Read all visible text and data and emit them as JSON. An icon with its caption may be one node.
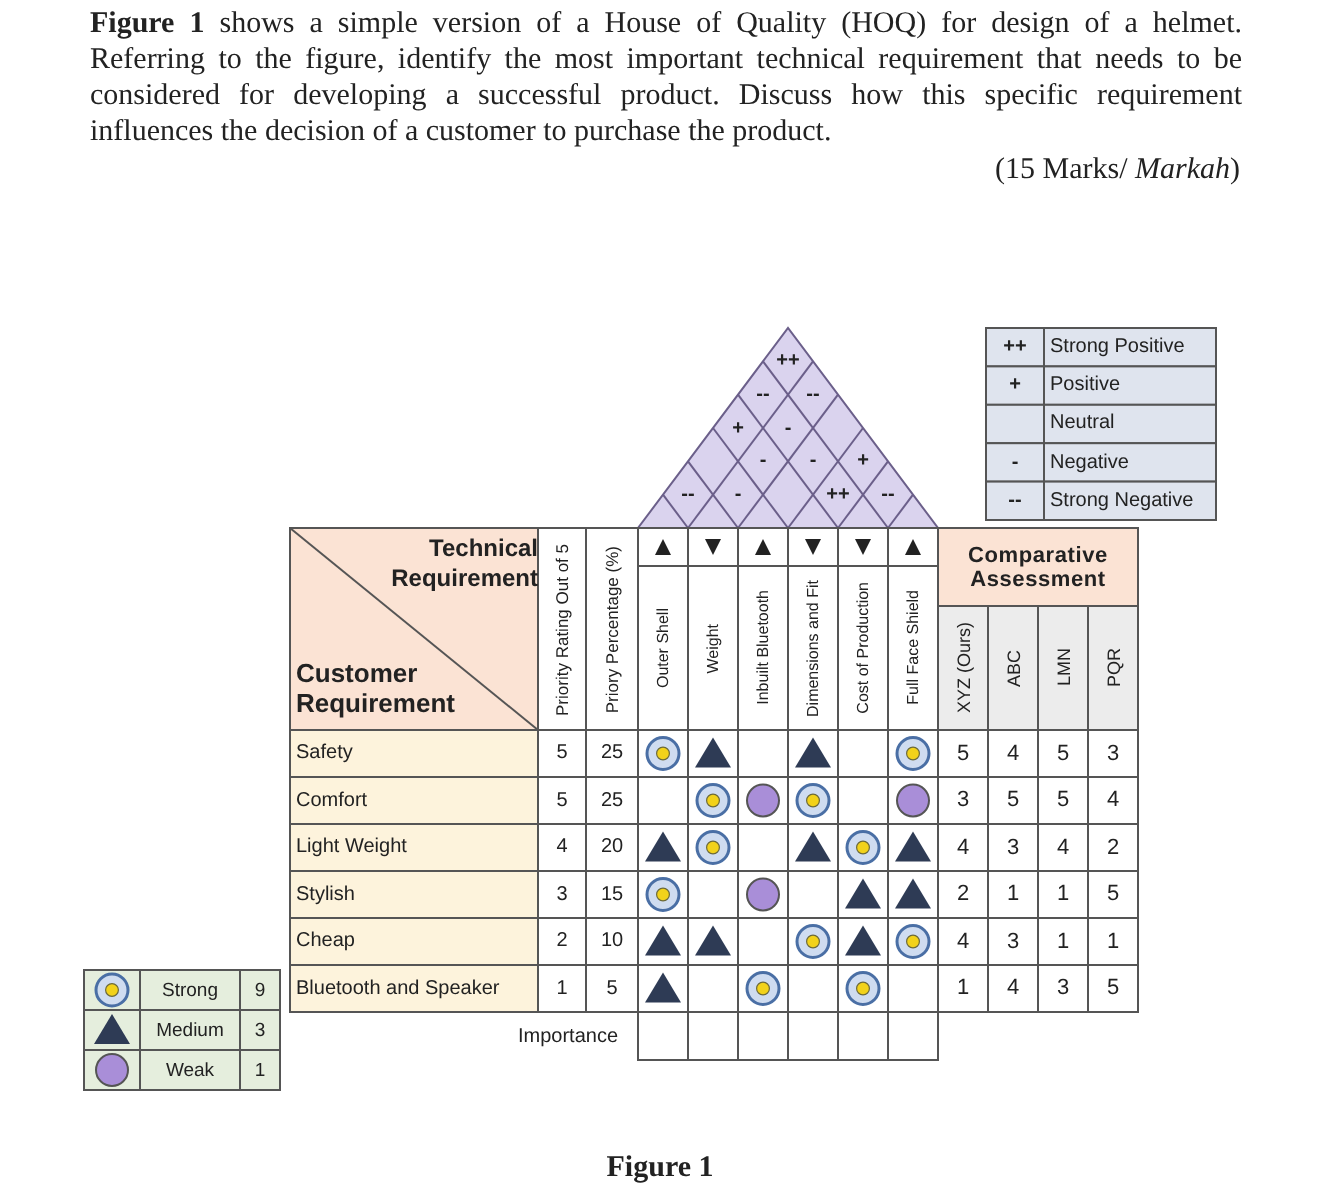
{
  "diagram": {
    "caption": "Figure 1",
    "labels": [
      "**Figure 1** shows a simple version of a House of Quality (HOQ) for design of a helmet. Referring to the figure, identify the most important technical requirement that needs to be considered for developing a successful product. Discuss how this specific requirement influences the decision of a customer to purchase the product.",
      "(15 Marks/ *Markah*)",
      "++",
      "+",
      "-",
      "--",
      "++",
      "--",
      "--",
      "+",
      "-",
      "-",
      "-",
      "+",
      "--",
      "-",
      "++",
      "--",
      "Technical Requirement",
      "Customer Requirement",
      "Priority Rating Out of 5",
      "Priory Percentage (%)",
      "Outer Shell",
      "Weight",
      "Inbuilt Bluetooth",
      "Dimensions and Fit",
      "Cost of Production",
      "Full Face Shield",
      "Comparative Assessment",
      "XYZ (Ours)",
      "ABC",
      "LMN",
      "PQR",
      "Safety",
      "5",
      "25",
      "5",
      "4",
      "5",
      "3",
      "Comfort",
      "5",
      "25",
      "3",
      "5",
      "5",
      "4",
      "Light Weight",
      "4",
      "20",
      "4",
      "3",
      "4",
      "2",
      "Stylish",
      "3",
      "15",
      "2",
      "1",
      "1",
      "5",
      "Cheap",
      "2",
      "10",
      "4",
      "3",
      "1",
      "1",
      "Bluetooth and Speaker",
      "1",
      "5",
      "1",
      "4",
      "3",
      "5",
      "Importance",
      "9",
      "3",
      "1"
    ],
    "legend": [
      {
        "text": "Strong Positive"
      },
      {
        "text": "Positive"
      },
      {
        "text": "Neutral"
      },
      {
        "text": "Negative"
      },
      {
        "text": "Strong Negative"
      },
      {
        "text": "Strong"
      },
      {
        "text": "Medium"
      },
      {
        "text": "Weak"
      }
    ]
  }
}
